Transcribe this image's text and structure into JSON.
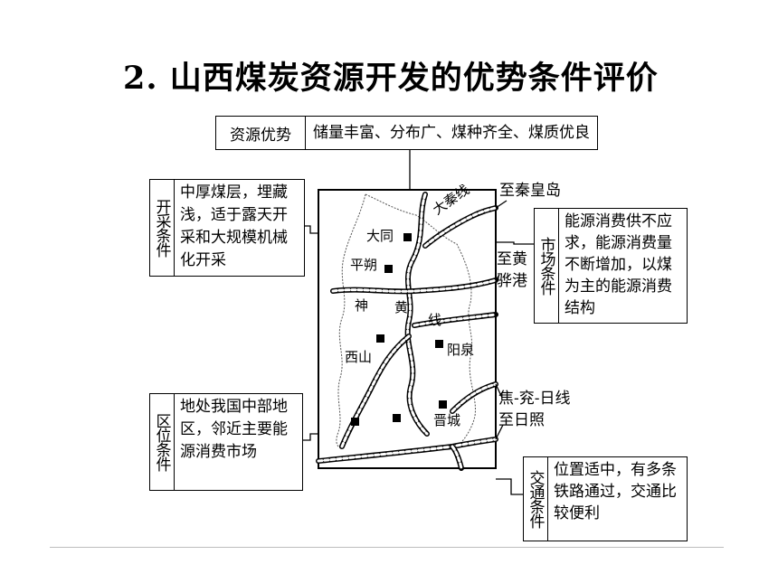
{
  "title": "2. 山西煤炭资源开发的优势条件评价",
  "boxes": {
    "resources": {
      "label": "资源优势",
      "text": "储量丰富、分布广、煤种齐全、煤质优良"
    },
    "mining": {
      "label": "开采条件",
      "text": "中厚煤层，埋藏浅，适于露天开采和大规模机械化开采"
    },
    "market": {
      "label": "市场条件",
      "text": "能源消费供不应求，能源消费量不断增加，以煤为主的能源消费结构"
    },
    "location": {
      "label": "区位条件",
      "text": "地处我国中部地区，邻近主要能源消费市场"
    },
    "transport": {
      "label": "交通条件",
      "text": "位置适中，有多条铁路通过，交通比较便利"
    }
  },
  "map_labels": {
    "datong": "大同",
    "pingshuo": "平朔",
    "shen": "神",
    "huang": "黄",
    "xian": "线",
    "xishan": "西山",
    "yangquan": "阳泉",
    "jincheng": "晋城",
    "daqin": "大秦线",
    "to_qinhuangdao": "至秦皇岛",
    "to_huanghua_1": "至黄",
    "to_huanghua_2": "骅港",
    "jiaoyanri": "焦-兖-日线",
    "to_rizhao": "至日照"
  }
}
